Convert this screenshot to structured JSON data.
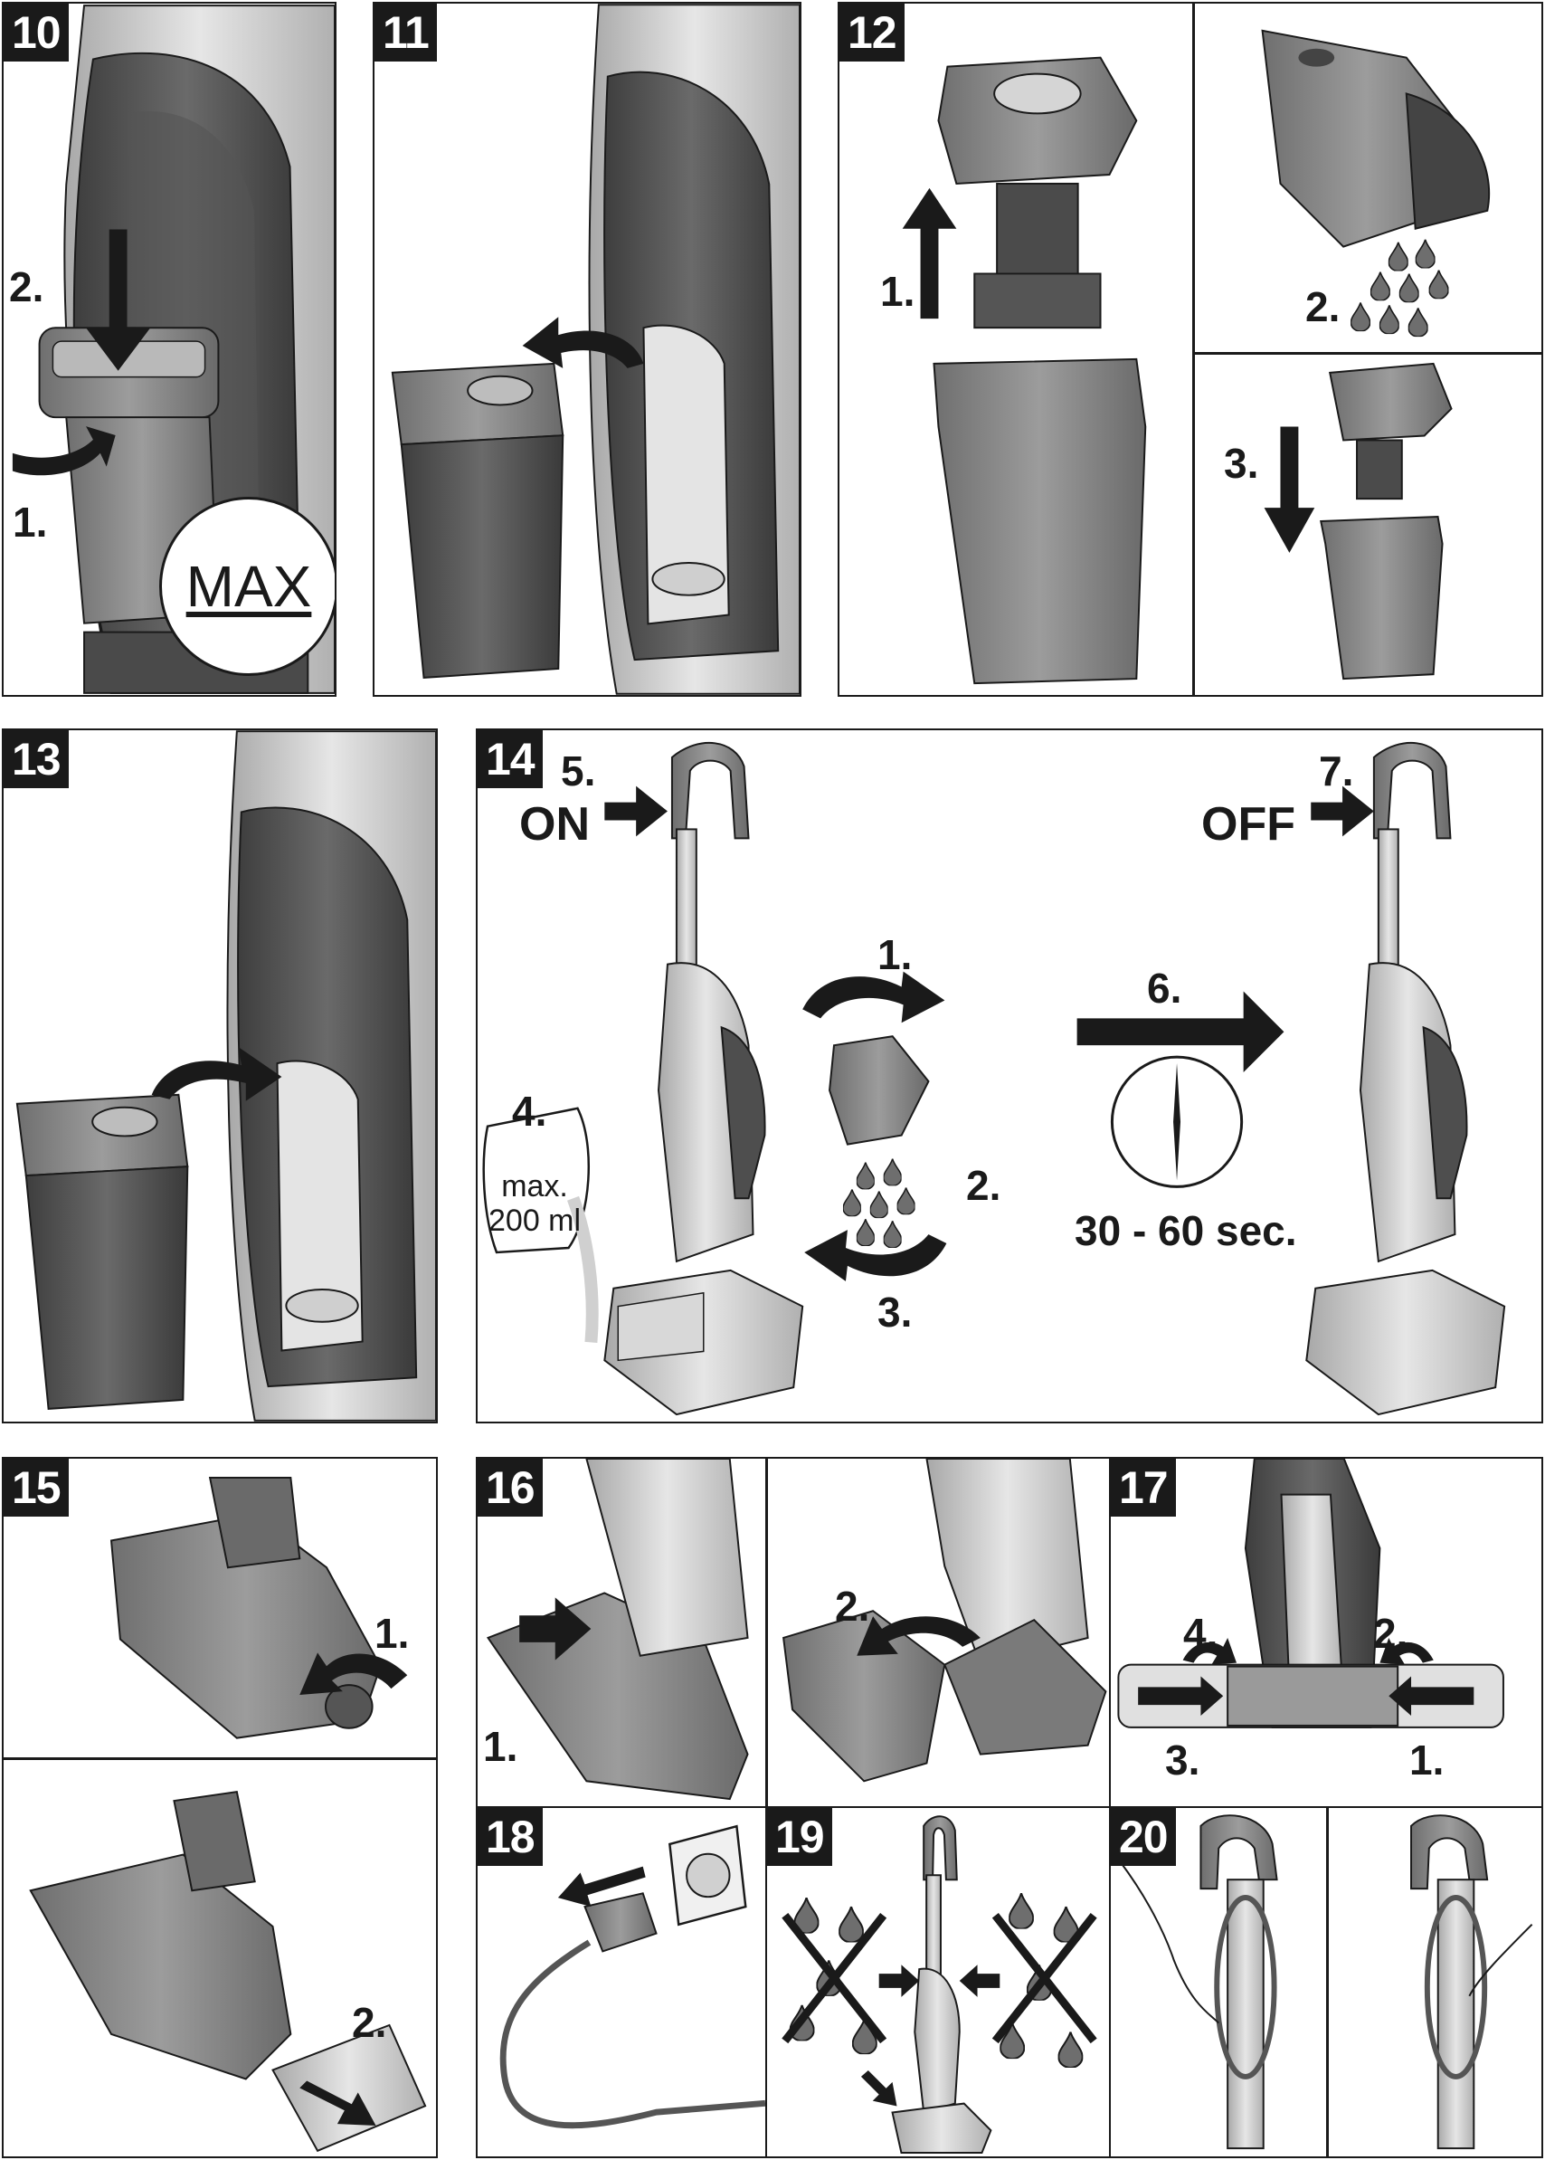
{
  "figures": [
    {
      "number": "10",
      "steps": [
        "1.",
        "2."
      ],
      "callout": "MAX"
    },
    {
      "number": "11"
    },
    {
      "number": "12",
      "steps": [
        "1.",
        "2.",
        "3."
      ]
    },
    {
      "number": "13"
    },
    {
      "number": "14",
      "steps": [
        "1.",
        "2.",
        "3.",
        "4.",
        "5.",
        "6.",
        "7."
      ],
      "on_label": "ON",
      "off_label": "OFF",
      "cup_line1": "max.",
      "cup_line2": "200 ml",
      "timer": "30 - 60 sec."
    },
    {
      "number": "15",
      "steps": [
        "1.",
        "2."
      ]
    },
    {
      "number": "16",
      "steps": [
        "1.",
        "2."
      ]
    },
    {
      "number": "17",
      "steps": [
        "1.",
        "2.",
        "3.",
        "4."
      ]
    },
    {
      "number": "18"
    },
    {
      "number": "19"
    },
    {
      "number": "20"
    }
  ],
  "colors": {
    "ink": "#1a1a1a",
    "body_dark": "#5a5a5a",
    "body_mid": "#8c8c8c",
    "body_light": "#c8c8c8",
    "water": "#6e6e6e"
  },
  "icons": [
    "arrow-icon",
    "water-drop-icon",
    "stopwatch-icon",
    "cross-icon",
    "plug-icon",
    "socket-icon",
    "measuring-cup-icon"
  ]
}
